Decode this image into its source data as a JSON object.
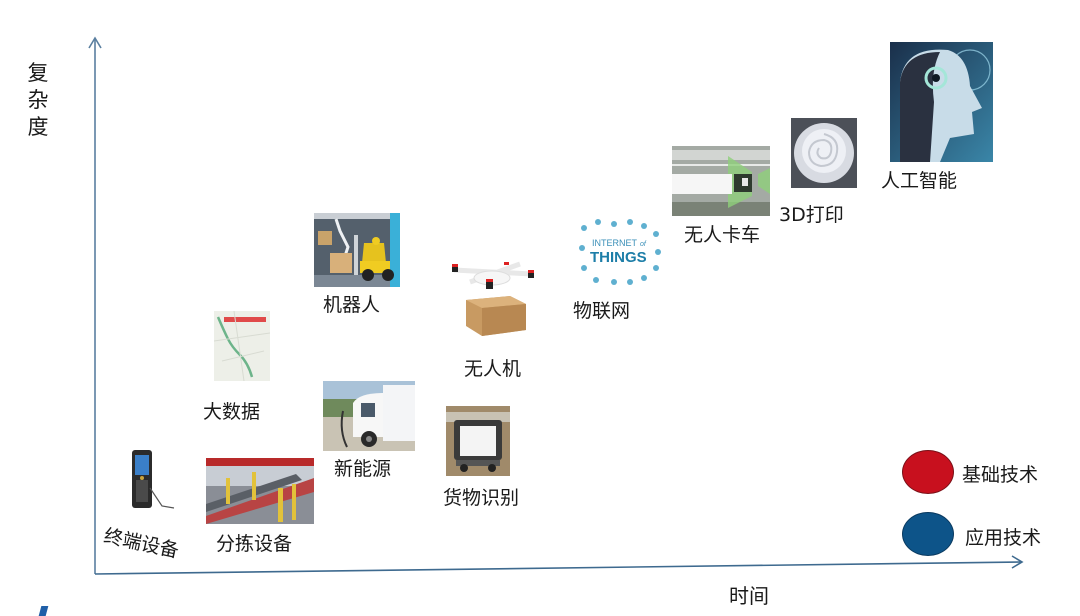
{
  "axes": {
    "y_label": "复杂度",
    "x_label": "时间",
    "color": "#5a7fa0"
  },
  "items": {
    "terminal": {
      "label": "终端设备",
      "icon": "handheld-terminal-icon"
    },
    "sorting": {
      "label": "分拣设备",
      "icon": "sorting-conveyor-icon"
    },
    "bigdata": {
      "label": "大数据",
      "icon": "route-map-icon"
    },
    "newenergy": {
      "label": "新能源",
      "icon": "electric-truck-icon"
    },
    "robot": {
      "label": "机器人",
      "icon": "robot-forklift-icon"
    },
    "drone": {
      "label": "无人机",
      "icon": "delivery-drone-icon"
    },
    "recognition": {
      "label": "货物识别",
      "icon": "recognition-robot-icon"
    },
    "iot": {
      "label": "物联网",
      "icon": "internet-of-things-icon",
      "image_text_1": "INTERNET",
      "image_text_2": "of",
      "image_text_3": "THINGS"
    },
    "truck": {
      "label": "无人卡车",
      "icon": "autonomous-truck-icon"
    },
    "print3d": {
      "label": "3D打印",
      "icon": "3d-printed-rose-icon"
    },
    "ai": {
      "label": "人工智能",
      "icon": "ai-robot-head-icon"
    }
  },
  "legend": {
    "items": [
      {
        "label": "基础技术",
        "color": "#c8101e"
      },
      {
        "label": "应用技术",
        "color": "#0d5489"
      }
    ]
  },
  "chart_data": {
    "type": "scatter",
    "title": "",
    "xlabel": "时间",
    "ylabel": "复杂度",
    "grid": false,
    "legend_position": "bottom-right",
    "legend": [
      "基础技术",
      "应用技术"
    ],
    "points": [
      {
        "label": "终端设备",
        "x": 1,
        "y": 1
      },
      {
        "label": "分拣设备",
        "x": 2,
        "y": 1.2
      },
      {
        "label": "大数据",
        "x": 2.2,
        "y": 3.2
      },
      {
        "label": "新能源",
        "x": 3.4,
        "y": 2.3
      },
      {
        "label": "机器人",
        "x": 3.2,
        "y": 5.3
      },
      {
        "label": "货物识别",
        "x": 4.5,
        "y": 1.7
      },
      {
        "label": "无人机",
        "x": 4.6,
        "y": 4.0
      },
      {
        "label": "物联网",
        "x": 5.8,
        "y": 5.2
      },
      {
        "label": "无人卡车",
        "x": 7.0,
        "y": 6.7
      },
      {
        "label": "3D打印",
        "x": 8.0,
        "y": 7.0
      },
      {
        "label": "人工智能",
        "x": 9.1,
        "y": 8.0
      }
    ]
  }
}
